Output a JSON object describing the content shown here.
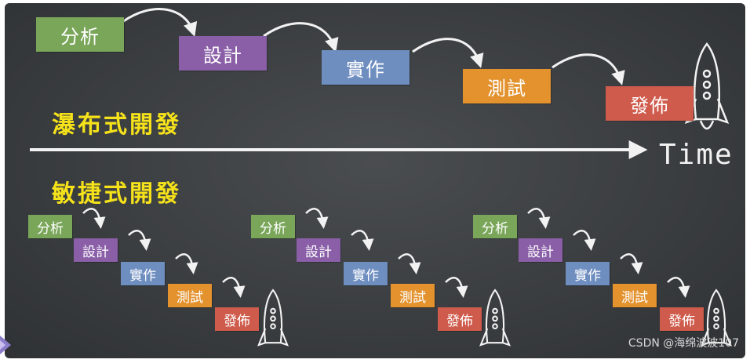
{
  "colors": {
    "analysis": "#7aa65a",
    "design": "#8a5fa8",
    "implementation": "#6f8ec0",
    "testing": "#e3922e",
    "release": "#cf5b4c",
    "heading": "#f5e21a",
    "chalk": "#f2f2f2"
  },
  "stages": {
    "analysis": "分析",
    "design": "設計",
    "implementation": "實作",
    "testing": "測試",
    "release": "發佈"
  },
  "waterfall_title": "瀑布式開發",
  "agile_title": "敏捷式開發",
  "time_label": "Time",
  "watermark": "CSDN @海绵波波107",
  "icons": [
    "rocket-icon",
    "chalk-arrow-icon",
    "time-arrow-icon"
  ]
}
